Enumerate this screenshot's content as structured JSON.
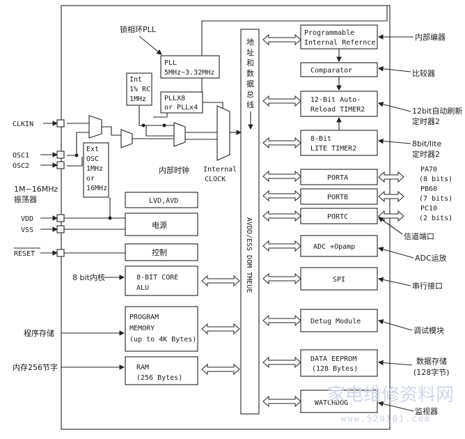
{
  "blocks": {
    "pll_label": "锁相环PLL",
    "pll_line1": "PLL",
    "pll_line2": "5MHz~3.32MHz",
    "int_rc": [
      "Int",
      "1% RC",
      "1MHz"
    ],
    "pllx": [
      "PLLX8",
      "or PLLx4"
    ],
    "ext_osc": [
      "Ext",
      "OSC",
      "1MHz",
      "or",
      "16MHz"
    ],
    "int_clock_cn": "内部时钟",
    "int_clock_en": [
      "Internal",
      "CLOCK"
    ],
    "osc_range": [
      "1M~16MHz",
      "振荡器"
    ],
    "lvd": "LVD,AVD",
    "power": "电源",
    "control": "控制",
    "core_label": "8 bit内核",
    "core": [
      "8-BIT CORE",
      "ALU"
    ],
    "prog_label": "程序存储",
    "prog": [
      "PROGRAM",
      "MEMORY",
      "(up to 4K Bytes)"
    ],
    "ram_label": "内存256节字",
    "ram": [
      "RAM",
      "(256 Bytes)"
    ],
    "bus_cn": [
      "地",
      "址",
      "和",
      "数",
      "据",
      "总",
      "线"
    ],
    "bus_en": "AVDD/ESS DOM TMEUE",
    "pir": [
      "Programmable",
      "Internal Refernce"
    ],
    "pir_label": "内部编器",
    "comparator": "Comparator",
    "comparator_label": "比较器",
    "timer12": [
      "12-Bit Auto-",
      "Reload TIMER2"
    ],
    "timer12_label": [
      "12bit自动刷新",
      "定时器2"
    ],
    "timer8": [
      "8-Bit",
      "LITE TIMER2"
    ],
    "timer8_label": [
      "8bit/lite",
      "定时器2"
    ],
    "porta": "PORTA",
    "portb": "PORTB",
    "portc": "PORTC",
    "pa_label": [
      "PA70",
      "(8 bits)"
    ],
    "pb_label": [
      "PB60",
      "(7 bits)"
    ],
    "pc_label": [
      "PC10",
      "(2 bits)"
    ],
    "port_label": "信道端口",
    "adc": "ADC +Opamp",
    "adc_label": "ADC运放",
    "spi": "SPI",
    "spi_label": "串行接口",
    "debug": "Detug Module",
    "debug_label": "调试模块",
    "eeprom": [
      "DATA EEPROM",
      "(128 Bytes)"
    ],
    "eeprom_label": [
      "数据存储",
      "(128字节)"
    ],
    "watchdog": "WATCHDOG",
    "watchdog_label": "监视器"
  },
  "pins": {
    "clkin": "CLKIN",
    "osc1": "OSC1",
    "osc2": "OSC2",
    "vdd": "VDD",
    "vss": "VSS",
    "reset": "RESET"
  },
  "watermark": {
    "text": "家电维修资料网",
    "url": "www.520101.com"
  }
}
